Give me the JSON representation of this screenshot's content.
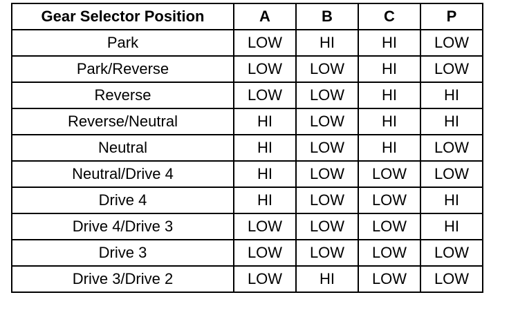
{
  "table": {
    "headers": [
      "Gear Selector Position",
      "A",
      "B",
      "C",
      "P"
    ],
    "rows": [
      [
        "Park",
        "LOW",
        "HI",
        "HI",
        "LOW"
      ],
      [
        "Park/Reverse",
        "LOW",
        "LOW",
        "HI",
        "LOW"
      ],
      [
        "Reverse",
        "LOW",
        "LOW",
        "HI",
        "HI"
      ],
      [
        "Reverse/Neutral",
        "HI",
        "LOW",
        "HI",
        "HI"
      ],
      [
        "Neutral",
        "HI",
        "LOW",
        "HI",
        "LOW"
      ],
      [
        "Neutral/Drive 4",
        "HI",
        "LOW",
        "LOW",
        "LOW"
      ],
      [
        "Drive 4",
        "HI",
        "LOW",
        "LOW",
        "HI"
      ],
      [
        "Drive 4/Drive 3",
        "LOW",
        "LOW",
        "LOW",
        "HI"
      ],
      [
        "Drive 3",
        "LOW",
        "LOW",
        "LOW",
        "LOW"
      ],
      [
        "Drive 3/Drive 2",
        "LOW",
        "HI",
        "LOW",
        "LOW"
      ]
    ]
  }
}
